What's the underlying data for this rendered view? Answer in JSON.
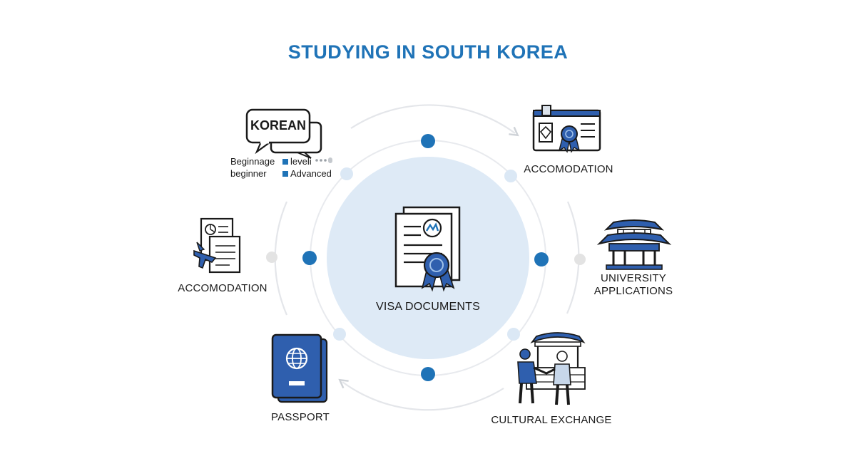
{
  "title": "STUDYING IN SOUTH KOREA",
  "colors": {
    "accent": "#1f73b7",
    "icon_blue": "#2f5fae",
    "center_fill": "#deeaf6",
    "ring": "#e4e6ea",
    "dot_light": "#dbe8f5",
    "dot_grey": "#e3e3e3"
  },
  "center": {
    "label": "VISA DOCUMENTS",
    "icon": "certificate-document-icon"
  },
  "nodes": [
    {
      "id": "language",
      "bubble_text": "KOREAN",
      "icon": "speech-bubble-icon",
      "levels": [
        "Beginnage",
        "beginner",
        "leveli",
        "Advanced"
      ]
    },
    {
      "id": "accommodation-top",
      "label": "ACCOMODATION",
      "icon": "id-card-icon"
    },
    {
      "id": "university",
      "label": "UNIVERSITY\nAPPLICATIONS",
      "icon": "korean-palace-icon"
    },
    {
      "id": "cultural",
      "label": "CULTURAL EXCHANGE",
      "icon": "handshake-icon"
    },
    {
      "id": "passport",
      "label": "PASSPORT",
      "icon": "passport-icon"
    },
    {
      "id": "accommodation-left",
      "label": "ACCOMODATION",
      "icon": "documents-plane-icon"
    }
  ]
}
